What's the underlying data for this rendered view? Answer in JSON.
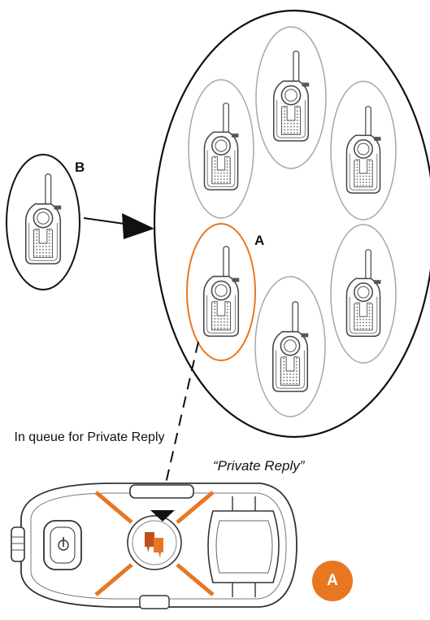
{
  "labels": {
    "group_member_a": "A",
    "new_caller_b": "B",
    "queue_note": "In queue for Private Reply",
    "feature_name": "“Private Reply”",
    "badge": "A"
  },
  "icons": {
    "radio": "walkie-talkie-icon",
    "arrow": "arrow-right-icon",
    "private_reply_button": "private-reply-button-icon",
    "top_down_radio": "radio-top-view-icon"
  },
  "colors": {
    "outline": "#111111",
    "light_outline": "#a8a8a8",
    "highlight": "#e87722",
    "badge_text": "#ffffff"
  }
}
